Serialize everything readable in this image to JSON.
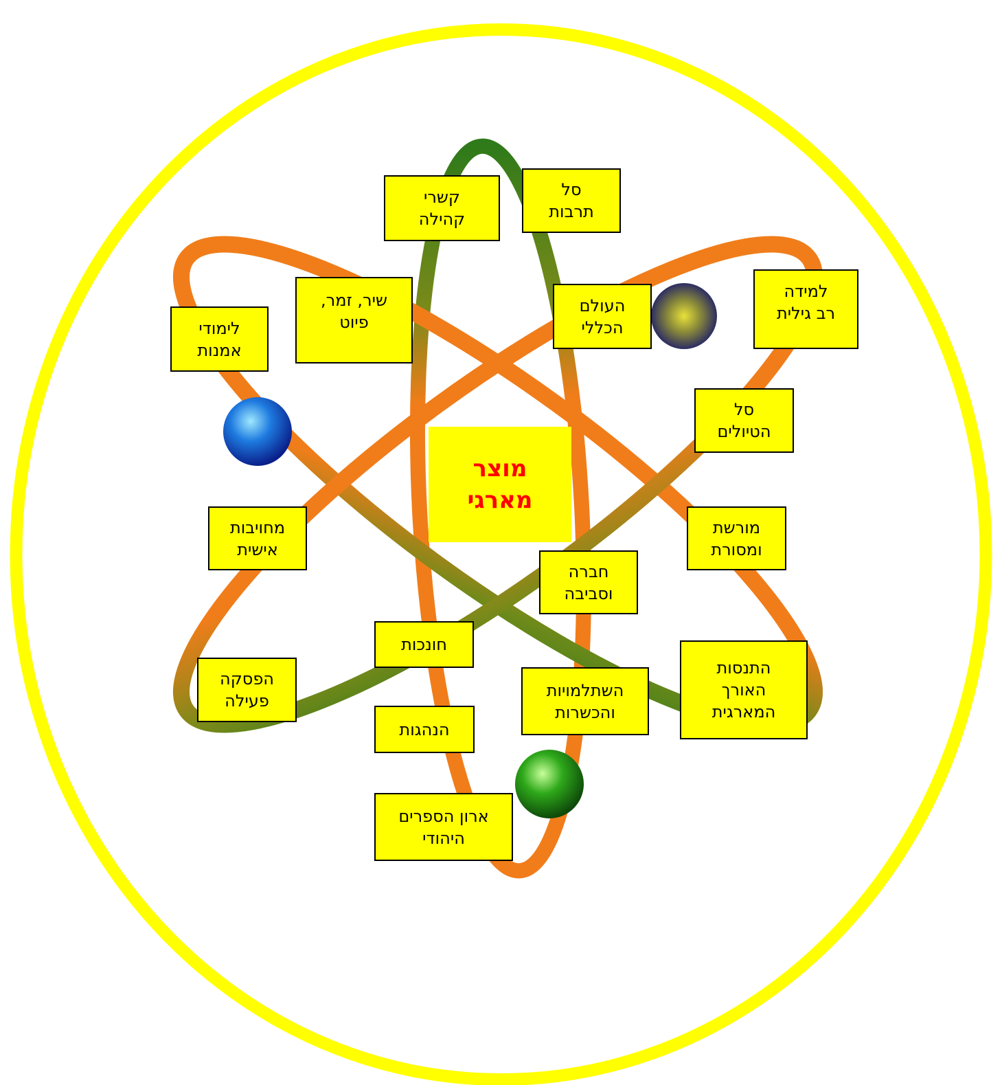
{
  "colors": {
    "ring": "#ffff00",
    "orbit": "#f07d1a",
    "orbit_dark": "#2f7a1a",
    "box_fill": "#ffff00",
    "box_border": "#000000",
    "center_text": "#ff0000"
  },
  "center": {
    "text": "מוצר\nמארגי"
  },
  "labels": [
    {
      "id": "sal-tarbut",
      "text": "סל\nתרבות"
    },
    {
      "id": "kishrei-kehila",
      "text": "קשרי\nקהילה"
    },
    {
      "id": "shir-zemer",
      "text": "שיר, זמר,\nפיוט"
    },
    {
      "id": "limudei-omanut",
      "text": "לימודי\nאמנות"
    },
    {
      "id": "haolam-haklali",
      "text": "העולם\nהכללי"
    },
    {
      "id": "lemida",
      "text": "למידה\nרב גילית"
    },
    {
      "id": "sal-tiyulim",
      "text": "סל\nהטיולים"
    },
    {
      "id": "moreshet",
      "text": "מורשת\nומסורת"
    },
    {
      "id": "mechuyavut",
      "text": "מחויבות\nאישית"
    },
    {
      "id": "chevra",
      "text": "חברה\nוסביבה"
    },
    {
      "id": "chonchot",
      "text": "חונכות"
    },
    {
      "id": "hafsaka",
      "text": "הפסקה\nפעילה"
    },
    {
      "id": "hishtalmuyot",
      "text": "השתלמויות\nוהכשרות"
    },
    {
      "id": "hitnasut",
      "text": "התנסות\nהאורך\nהמארגית"
    },
    {
      "id": "hanhagot",
      "text": "הנהגות"
    },
    {
      "id": "aron-sfarim",
      "text": "ארון הספרים\nהיהודי"
    }
  ]
}
